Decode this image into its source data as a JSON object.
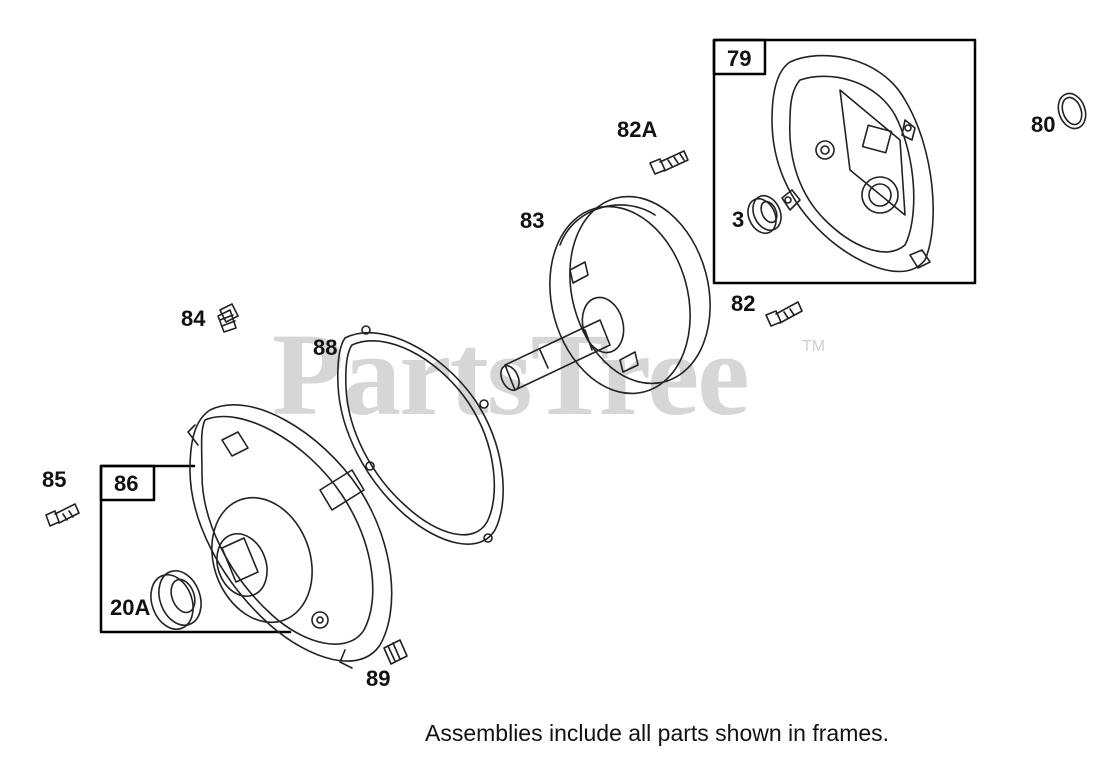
{
  "watermark": {
    "text": "PartsTree",
    "trademark": "TM"
  },
  "frames": [
    {
      "label": "79"
    },
    {
      "label": "86"
    }
  ],
  "callouts": {
    "p79": "79",
    "p80": "80",
    "p82a": "82A",
    "p83": "83",
    "p3": "3",
    "p82": "82",
    "p84": "84",
    "p88": "88",
    "p85": "85",
    "p86": "86",
    "p20a": "20A",
    "p89": "89"
  },
  "footer_note": "Assemblies include all parts shown in frames.",
  "colors": {
    "line": "#222222",
    "watermark": "#d6d6d6",
    "frame": "#000000"
  }
}
